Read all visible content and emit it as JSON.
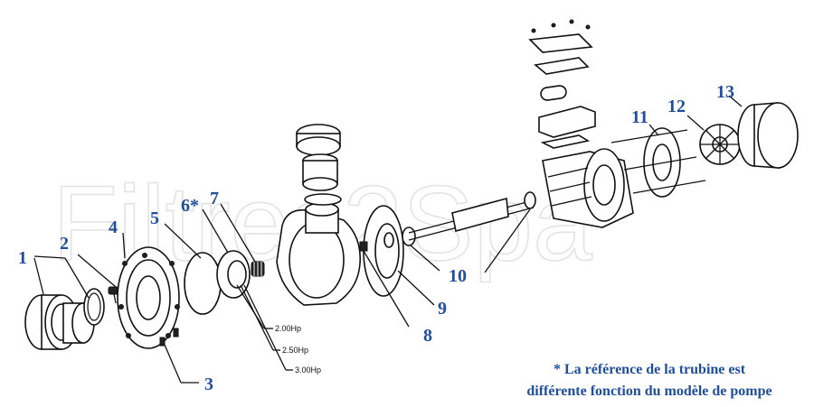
{
  "watermark": "Filtres2Spa",
  "part_labels": [
    "1",
    "2",
    "3",
    "4",
    "5",
    "6*",
    "7",
    "8",
    "9",
    "10",
    "11",
    "12",
    "13"
  ],
  "hp_labels": [
    "2.00Hp",
    "2.50Hp",
    "3.00Hp"
  ],
  "note": {
    "line1": "* La référence de la trubine est",
    "line2": "différente fonction du modèle de pompe"
  },
  "colors": {
    "label": "#1f4e9c",
    "line": "#111111",
    "watermark": "#e3e3e3"
  }
}
